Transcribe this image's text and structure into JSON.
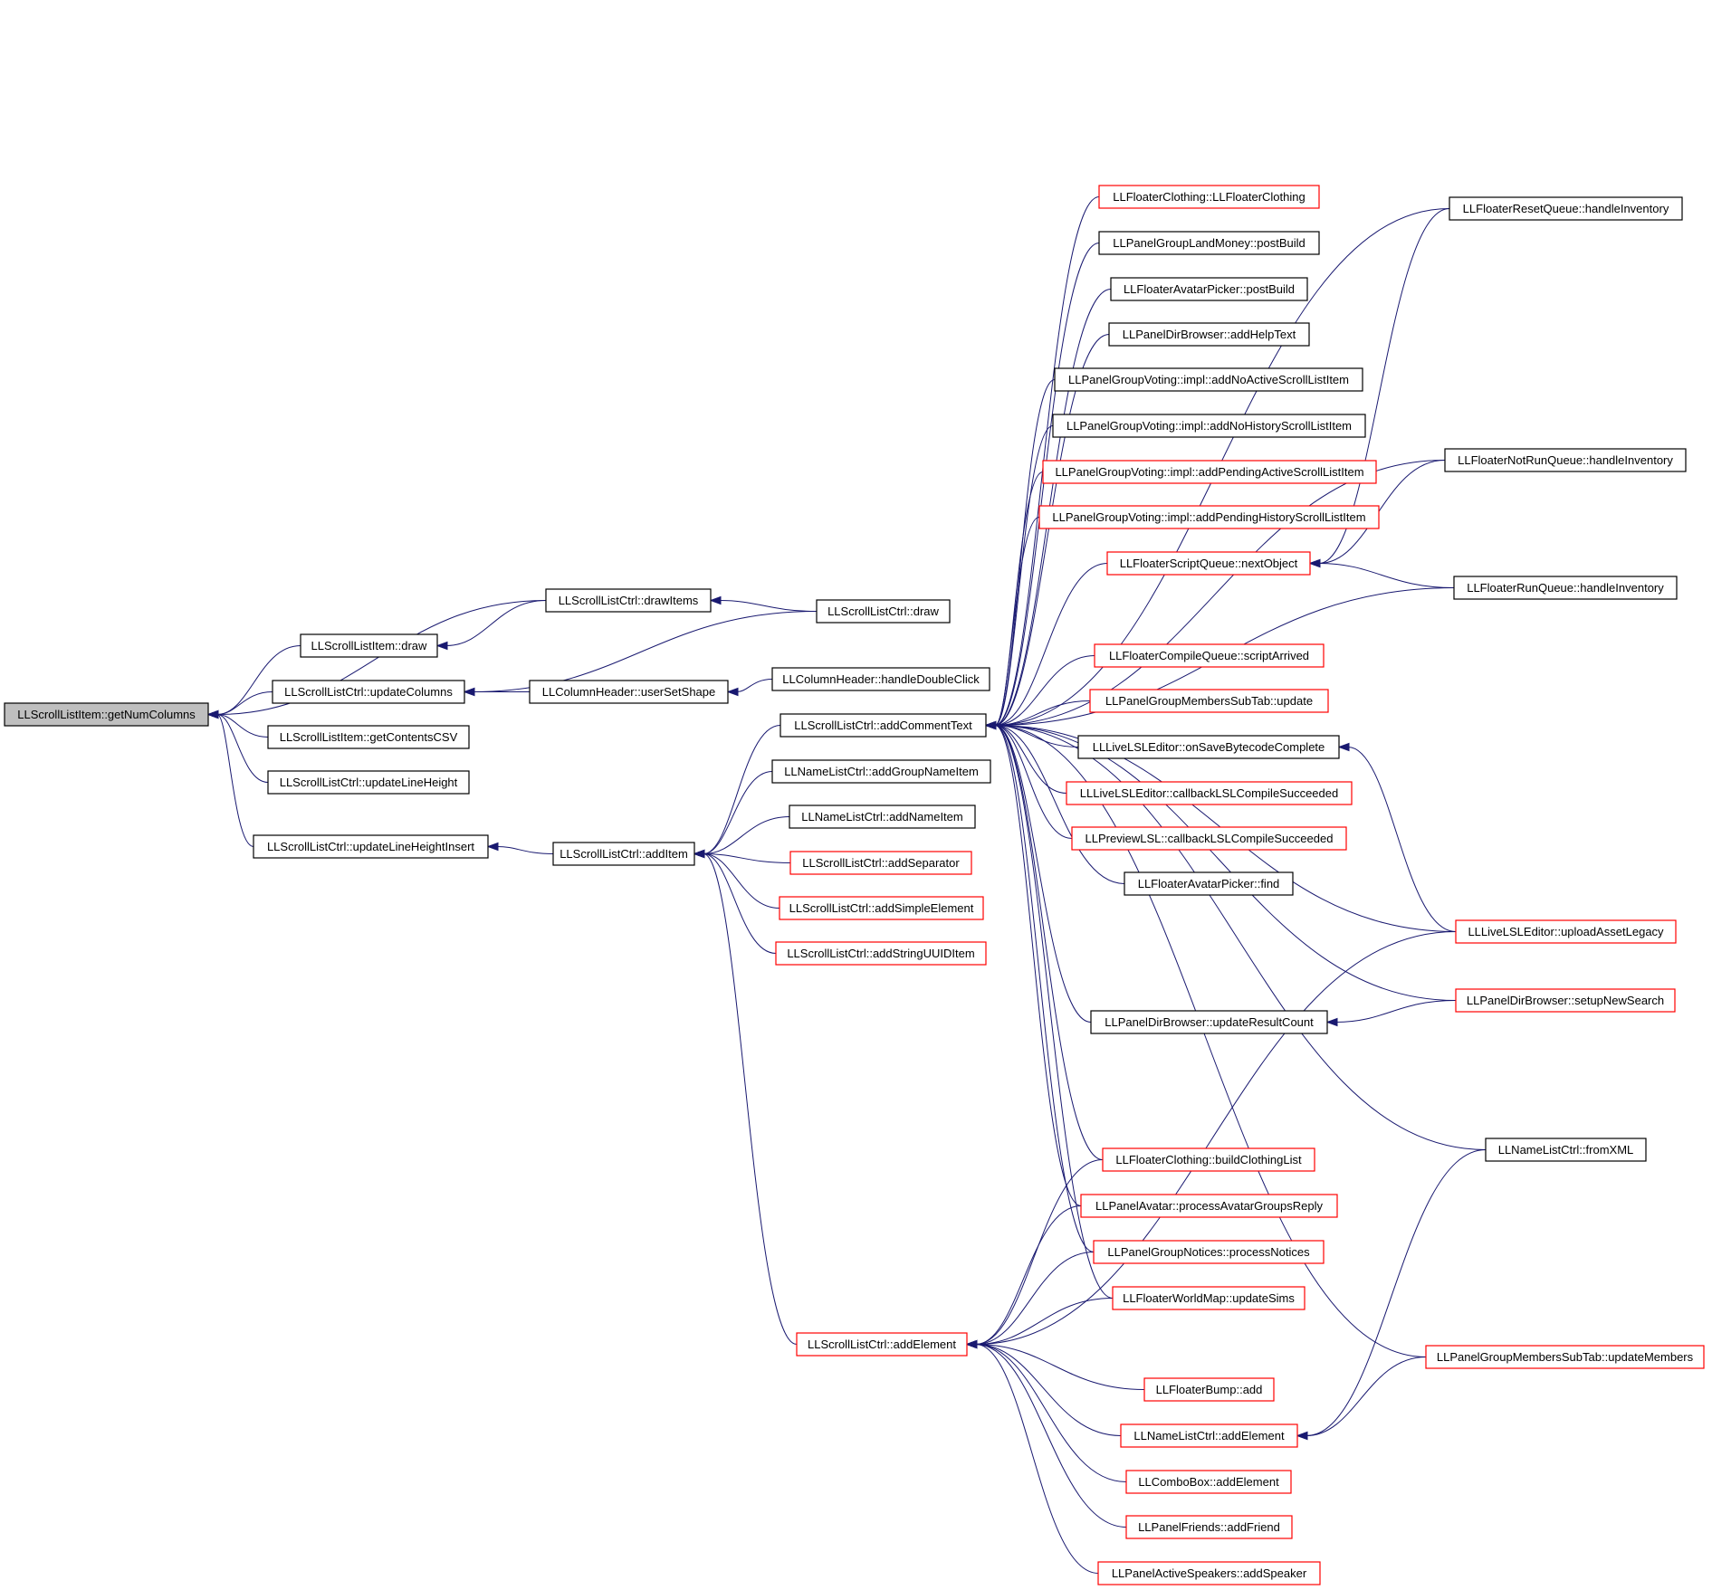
{
  "colors": {
    "edge": "#191970",
    "border_documented": "#000000",
    "border_undocumented": "#ff0000",
    "root_fill": "#bfbfbf",
    "node_fill": "#ffffff"
  },
  "nodes": [
    {
      "id": "root",
      "label": "LLScrollListItem::getNumColumns",
      "style": "root"
    },
    {
      "id": "n1",
      "label": "LLScrollListCtrl::drawItems",
      "style": "normal"
    },
    {
      "id": "n2",
      "label": "LLScrollListItem::draw",
      "style": "normal"
    },
    {
      "id": "n3",
      "label": "LLScrollListCtrl::updateColumns",
      "style": "normal"
    },
    {
      "id": "n4",
      "label": "LLScrollListItem::getContentsCSV",
      "style": "normal"
    },
    {
      "id": "n5",
      "label": "LLScrollListCtrl::updateLineHeight",
      "style": "normal"
    },
    {
      "id": "n6",
      "label": "LLScrollListCtrl::updateLineHeightInsert",
      "style": "normal"
    },
    {
      "id": "n7",
      "label": "LLScrollListCtrl::draw",
      "style": "normal"
    },
    {
      "id": "n8",
      "label": "LLColumnHeader::userSetShape",
      "style": "normal"
    },
    {
      "id": "n9",
      "label": "LLColumnHeader::handleDoubleClick",
      "style": "normal"
    },
    {
      "id": "n10",
      "label": "LLScrollListCtrl::addItem",
      "style": "normal"
    },
    {
      "id": "n11",
      "label": "LLScrollListCtrl::addCommentText",
      "style": "normal"
    },
    {
      "id": "n12",
      "label": "LLNameListCtrl::addGroupNameItem",
      "style": "normal"
    },
    {
      "id": "n13",
      "label": "LLNameListCtrl::addNameItem",
      "style": "normal"
    },
    {
      "id": "n14",
      "label": "LLScrollListCtrl::addSeparator",
      "style": "red"
    },
    {
      "id": "n15",
      "label": "LLScrollListCtrl::addSimpleElement",
      "style": "red"
    },
    {
      "id": "n16",
      "label": "LLScrollListCtrl::addStringUUIDItem",
      "style": "red"
    },
    {
      "id": "n17",
      "label": "LLScrollListCtrl::addElement",
      "style": "red"
    },
    {
      "id": "n18",
      "label": "LLFloaterClothing::LLFloaterClothing",
      "style": "red"
    },
    {
      "id": "n19",
      "label": "LLPanelGroupLandMoney::postBuild",
      "style": "normal"
    },
    {
      "id": "n20",
      "label": "LLFloaterAvatarPicker::postBuild",
      "style": "normal"
    },
    {
      "id": "n21",
      "label": "LLPanelDirBrowser::addHelpText",
      "style": "normal"
    },
    {
      "id": "n22",
      "label": "LLPanelGroupVoting::impl::addNoActiveScrollListItem",
      "style": "normal"
    },
    {
      "id": "n23",
      "label": "LLPanelGroupVoting::impl::addNoHistoryScrollListItem",
      "style": "normal"
    },
    {
      "id": "n24",
      "label": "LLPanelGroupVoting::impl::addPendingActiveScrollListItem",
      "style": "red"
    },
    {
      "id": "n25",
      "label": "LLPanelGroupVoting::impl::addPendingHistoryScrollListItem",
      "style": "red"
    },
    {
      "id": "n26",
      "label": "LLFloaterScriptQueue::nextObject",
      "style": "red"
    },
    {
      "id": "n27",
      "label": "LLFloaterCompileQueue::scriptArrived",
      "style": "red"
    },
    {
      "id": "n28",
      "label": "LLPanelGroupMembersSubTab::update",
      "style": "red"
    },
    {
      "id": "n29",
      "label": "LLLiveLSLEditor::onSaveBytecodeComplete",
      "style": "normal"
    },
    {
      "id": "n30",
      "label": "LLLiveLSLEditor::callbackLSLCompileSucceeded",
      "style": "red"
    },
    {
      "id": "n31",
      "label": "LLPreviewLSL::callbackLSLCompileSucceeded",
      "style": "red"
    },
    {
      "id": "n32",
      "label": "LLFloaterAvatarPicker::find",
      "style": "normal"
    },
    {
      "id": "n33",
      "label": "LLPanelDirBrowser::updateResultCount",
      "style": "normal"
    },
    {
      "id": "n34",
      "label": "LLFloaterClothing::buildClothingList",
      "style": "red"
    },
    {
      "id": "n35",
      "label": "LLPanelAvatar::processAvatarGroupsReply",
      "style": "red"
    },
    {
      "id": "n36",
      "label": "LLPanelGroupNotices::processNotices",
      "style": "red"
    },
    {
      "id": "n37",
      "label": "LLFloaterWorldMap::updateSims",
      "style": "red"
    },
    {
      "id": "n38",
      "label": "LLFloaterBump::add",
      "style": "red"
    },
    {
      "id": "n39",
      "label": "LLNameListCtrl::addElement",
      "style": "red"
    },
    {
      "id": "n40",
      "label": "LLComboBox::addElement",
      "style": "red"
    },
    {
      "id": "n41",
      "label": "LLPanelFriends::addFriend",
      "style": "red"
    },
    {
      "id": "n42",
      "label": "LLPanelActiveSpeakers::addSpeaker",
      "style": "red"
    },
    {
      "id": "n43",
      "label": "LLFloaterResetQueue::handleInventory",
      "style": "normal"
    },
    {
      "id": "n44",
      "label": "LLFloaterNotRunQueue::handleInventory",
      "style": "normal"
    },
    {
      "id": "n45",
      "label": "LLFloaterRunQueue::handleInventory",
      "style": "normal"
    },
    {
      "id": "n46",
      "label": "LLLiveLSLEditor::uploadAssetLegacy",
      "style": "red"
    },
    {
      "id": "n47",
      "label": "LLPanelDirBrowser::setupNewSearch",
      "style": "red"
    },
    {
      "id": "n48",
      "label": "LLNameListCtrl::fromXML",
      "style": "normal"
    },
    {
      "id": "n49",
      "label": "LLPanelGroupMembersSubTab::updateMembers",
      "style": "red"
    }
  ],
  "edges": [
    [
      "n1",
      "root"
    ],
    [
      "n2",
      "root"
    ],
    [
      "n3",
      "root"
    ],
    [
      "n4",
      "root"
    ],
    [
      "n5",
      "root"
    ],
    [
      "n6",
      "root"
    ],
    [
      "n1",
      "n2"
    ],
    [
      "n7",
      "n1"
    ],
    [
      "n7",
      "n3"
    ],
    [
      "n8",
      "n3"
    ],
    [
      "n9",
      "n8"
    ],
    [
      "n10",
      "n6"
    ],
    [
      "n11",
      "n10"
    ],
    [
      "n12",
      "n10"
    ],
    [
      "n13",
      "n10"
    ],
    [
      "n14",
      "n10"
    ],
    [
      "n15",
      "n10"
    ],
    [
      "n16",
      "n10"
    ],
    [
      "n17",
      "n10"
    ],
    [
      "n18",
      "n11"
    ],
    [
      "n19",
      "n11"
    ],
    [
      "n20",
      "n11"
    ],
    [
      "n21",
      "n11"
    ],
    [
      "n22",
      "n11"
    ],
    [
      "n23",
      "n11"
    ],
    [
      "n24",
      "n11"
    ],
    [
      "n25",
      "n11"
    ],
    [
      "n26",
      "n11"
    ],
    [
      "n27",
      "n11"
    ],
    [
      "n28",
      "n11"
    ],
    [
      "n29",
      "n11"
    ],
    [
      "n30",
      "n11"
    ],
    [
      "n31",
      "n11"
    ],
    [
      "n32",
      "n11"
    ],
    [
      "n33",
      "n11"
    ],
    [
      "n34",
      "n11"
    ],
    [
      "n35",
      "n11"
    ],
    [
      "n36",
      "n11"
    ],
    [
      "n37",
      "n11"
    ],
    [
      "n43",
      "n11"
    ],
    [
      "n44",
      "n11"
    ],
    [
      "n45",
      "n11"
    ],
    [
      "n46",
      "n11"
    ],
    [
      "n47",
      "n11"
    ],
    [
      "n48",
      "n11"
    ],
    [
      "n49",
      "n11"
    ],
    [
      "n34",
      "n17"
    ],
    [
      "n35",
      "n17"
    ],
    [
      "n36",
      "n17"
    ],
    [
      "n37",
      "n17"
    ],
    [
      "n38",
      "n17"
    ],
    [
      "n39",
      "n17"
    ],
    [
      "n40",
      "n17"
    ],
    [
      "n41",
      "n17"
    ],
    [
      "n42",
      "n17"
    ],
    [
      "n46",
      "n17"
    ],
    [
      "n43",
      "n26"
    ],
    [
      "n44",
      "n26"
    ],
    [
      "n45",
      "n26"
    ],
    [
      "n46",
      "n29"
    ],
    [
      "n47",
      "n33"
    ],
    [
      "n48",
      "n39"
    ],
    [
      "n49",
      "n39"
    ]
  ]
}
